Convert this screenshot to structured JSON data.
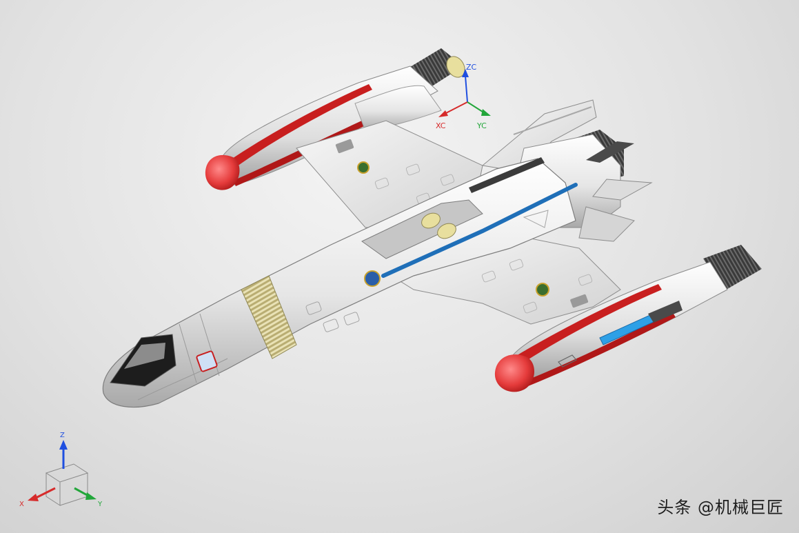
{
  "viewport": {
    "background_top": "#f4f4f4",
    "background_bottom": "#cfcfcf"
  },
  "wcs_triad": {
    "labels": {
      "z": "ZC",
      "x": "XC",
      "y": "YC"
    },
    "colors": {
      "z": "#1f4fe0",
      "x": "#d62b2b",
      "y": "#22a63a"
    }
  },
  "view_triad": {
    "labels": {
      "z": "Z",
      "x": "X",
      "y": "Y"
    },
    "colors": {
      "z": "#1f4fe0",
      "x": "#d62b2b",
      "y": "#22a63a"
    }
  },
  "model": {
    "accent_red": "#c81f1f",
    "accent_blue": "#1f6fb8",
    "body_color": "#f2f2f2",
    "nozzle_color": "#3a3a3a",
    "hatch_color": "#c9bf8a"
  },
  "watermark": {
    "text": "头条 @机械巨匠"
  }
}
